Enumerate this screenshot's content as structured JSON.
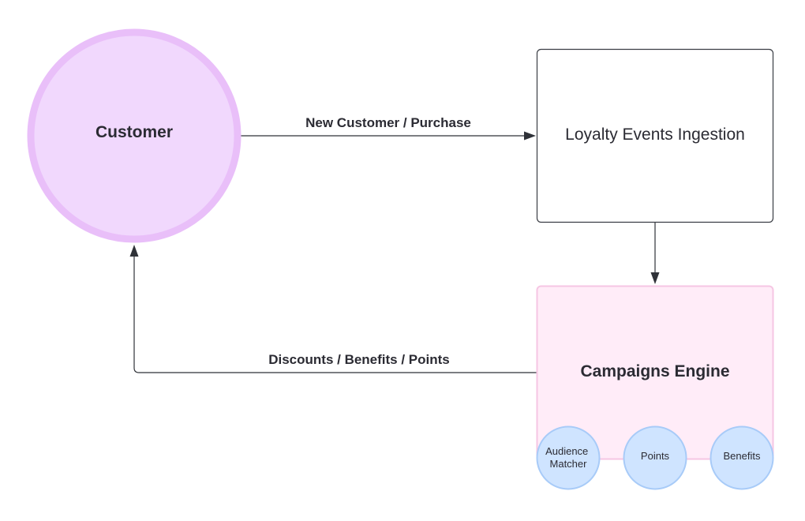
{
  "nodes": {
    "customer": {
      "label": "Customer"
    },
    "ingestion": {
      "label": "Loyalty Events Ingestion"
    },
    "campaigns": {
      "label": "Campaigns Engine"
    },
    "audience_matcher": {
      "label_line1": "Audience",
      "label_line2": "Matcher"
    },
    "points": {
      "label": "Points"
    },
    "benefits": {
      "label": "Benefits"
    }
  },
  "edges": {
    "customer_to_ingestion": {
      "label": "New Customer / Purchase"
    },
    "ingestion_to_campaigns": {
      "label": ""
    },
    "campaigns_to_customer": {
      "label": "Discounts / Benefits / Points"
    }
  },
  "colors": {
    "customer_fill": "#f1d8fd",
    "customer_stroke": "#e9bff9",
    "ingestion_fill": "#ffffff",
    "ingestion_stroke": "#3a3d44",
    "campaigns_fill": "#ffecf8",
    "campaigns_stroke": "#f6c6e3",
    "subnode_fill": "#cfe4ff",
    "subnode_stroke": "#a8cbf8",
    "edge_color": "#2f3238"
  }
}
